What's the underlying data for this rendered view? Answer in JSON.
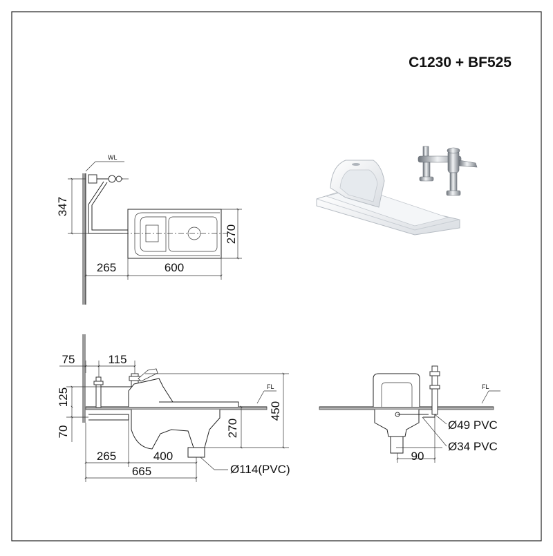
{
  "title": "C1230 + BF525",
  "plan_view": {
    "wl_label": "WL",
    "dims": {
      "height_347": "347",
      "width_270": "270",
      "offset_265": "265",
      "length_600": "600"
    }
  },
  "side_view": {
    "fl_label": "FL",
    "dims": {
      "d75": "75",
      "d115": "115",
      "d125": "125",
      "d70": "70",
      "d270": "270",
      "d450": "450",
      "d265": "265",
      "d400": "400",
      "d665": "665",
      "outlet": "Ø114(PVC)"
    }
  },
  "front_view": {
    "fl_label": "FL",
    "dims": {
      "pipe49": "Ø49 PVC",
      "pipe34": "Ø34 PVC",
      "d90": "90"
    }
  }
}
